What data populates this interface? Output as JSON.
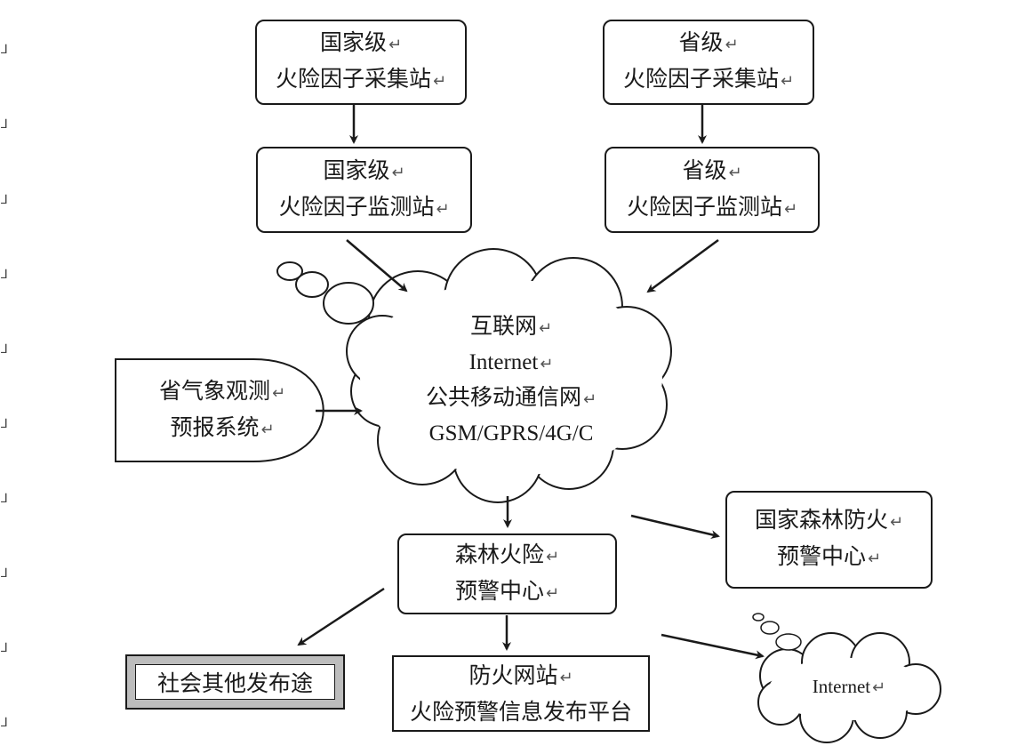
{
  "nodes": {
    "national_collection": {
      "line1": "国家级",
      "line2": "火险因子采集站"
    },
    "provincial_collection": {
      "line1": "省级",
      "line2": "火险因子采集站"
    },
    "national_monitoring": {
      "line1": "国家级",
      "line2": "火险因子监测站"
    },
    "provincial_monitoring": {
      "line1": "省级",
      "line2": "火险因子监测站"
    },
    "network_cloud": {
      "line1": "互联网",
      "line2": "Internet",
      "line3": "公共移动通信网",
      "line4": "GSM/GPRS/4G/C"
    },
    "weather_system": {
      "line1": "省气象观测",
      "line2": "预报系统"
    },
    "warning_center": {
      "line1": "森林火险",
      "line2": "预警中心"
    },
    "national_center": {
      "line1": "国家森林防火",
      "line2": "预警中心"
    },
    "other_channels": {
      "label": "社会其他发布途"
    },
    "website": {
      "line1": "防火网站",
      "line2": "火险预警信息发布平台"
    },
    "internet_cloud": {
      "label": "Internet"
    }
  },
  "colors": {
    "stroke": "#1a1a1a",
    "background": "#ffffff",
    "bevel": "#bdbdbd"
  }
}
